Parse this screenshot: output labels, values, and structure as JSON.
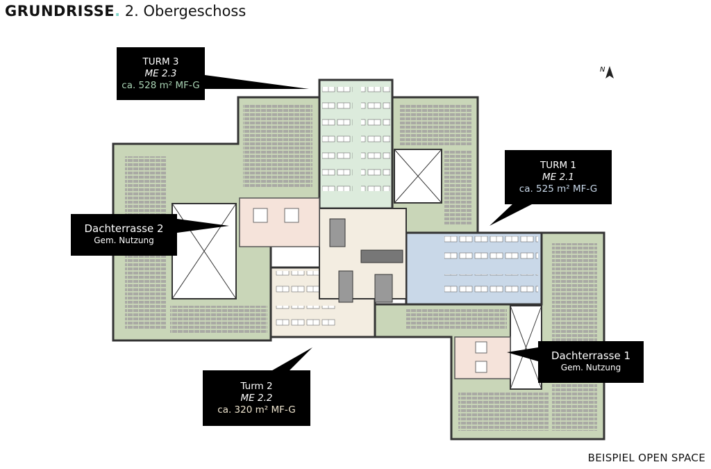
{
  "header": {
    "title_bold": "GRUNDRISSE",
    "title_dot": ".",
    "title_rest": "2. Obergeschoss"
  },
  "compass": {
    "label": "N"
  },
  "callouts": [
    {
      "name": "TURM 3",
      "unit": "ME 2.3",
      "area": "ca. 528 m² MF-G",
      "area_color": "#a9d3b4"
    },
    {
      "name": "TURM 1",
      "unit": "ME 2.1",
      "area": "ca. 525 m² MF-G",
      "area_color": "#c9d9ea"
    },
    {
      "name": "Turm 2",
      "unit": "ME 2.2",
      "area": "ca. 320 m² MF-G",
      "area_color": "#efe5cf"
    },
    {
      "name": "Dachterrasse 2",
      "unit": "Gem. Nutzung"
    },
    {
      "name": "Dachterrasse 1",
      "unit": "Gem. Nutzung"
    }
  ],
  "footer": {
    "label": "BEISPIEL OPEN SPACE"
  },
  "colors": {
    "roof_green": "#c9d6b8",
    "turm3": "#dcebdc",
    "turm1": "#c9d8e8",
    "turm2": "#f3ede1",
    "terrace": "#f5e3da",
    "core": "#9a9a9a"
  }
}
